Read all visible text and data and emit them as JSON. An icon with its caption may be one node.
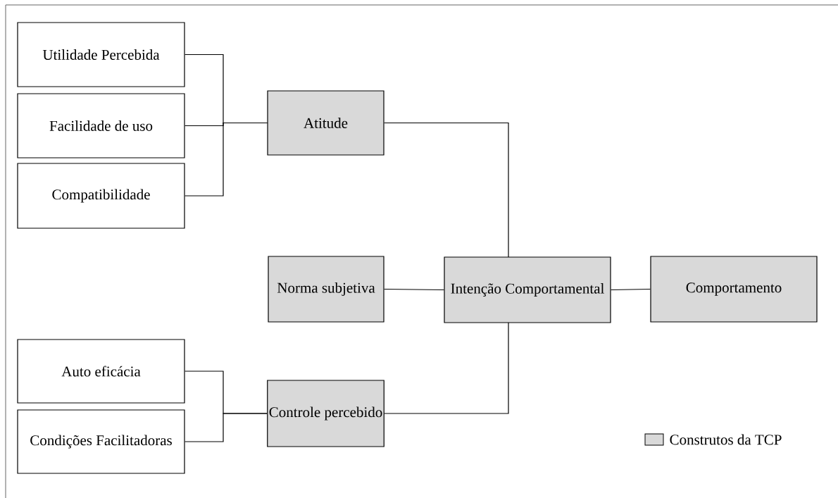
{
  "diagram": {
    "nodes": [
      {
        "text": [
          "Utilidade Percebida"
        ]
      },
      {
        "text": [
          "Facilidade de uso"
        ]
      },
      {
        "text": [
          "Compatibilidade"
        ]
      },
      {
        "text": [
          "Atitude"
        ]
      },
      {
        "text": [
          "Norma subjetiva"
        ]
      },
      {
        "text": [
          "Intenção Comportamental"
        ]
      },
      {
        "text": [
          "Comportamento"
        ]
      },
      {
        "text": [
          "Auto eficácia"
        ]
      },
      {
        "text": [
          "Condições Facilitadoras"
        ]
      },
      {
        "text": [
          "Controle percebido"
        ]
      }
    ],
    "edges": [
      {
        "from": 0,
        "to": 3,
        "arrow": "none"
      },
      {
        "from": 1,
        "to": 3,
        "arrow": "none"
      },
      {
        "from": 2,
        "to": 3,
        "arrow": "none"
      },
      {
        "from": 3,
        "to": 5,
        "arrow": "none"
      },
      {
        "from": 4,
        "to": 5,
        "arrow": "none"
      },
      {
        "from": 5,
        "to": 6,
        "arrow": "none"
      },
      {
        "from": 9,
        "to": 5,
        "arrow": "none"
      },
      {
        "from": 7,
        "to": 9,
        "arrow": "none"
      },
      {
        "from": 8,
        "to": 9,
        "arrow": "none"
      }
    ],
    "legend": [
      {
        "text": "Construtos da TCP",
        "color": "#d9d9d9"
      }
    ]
  }
}
